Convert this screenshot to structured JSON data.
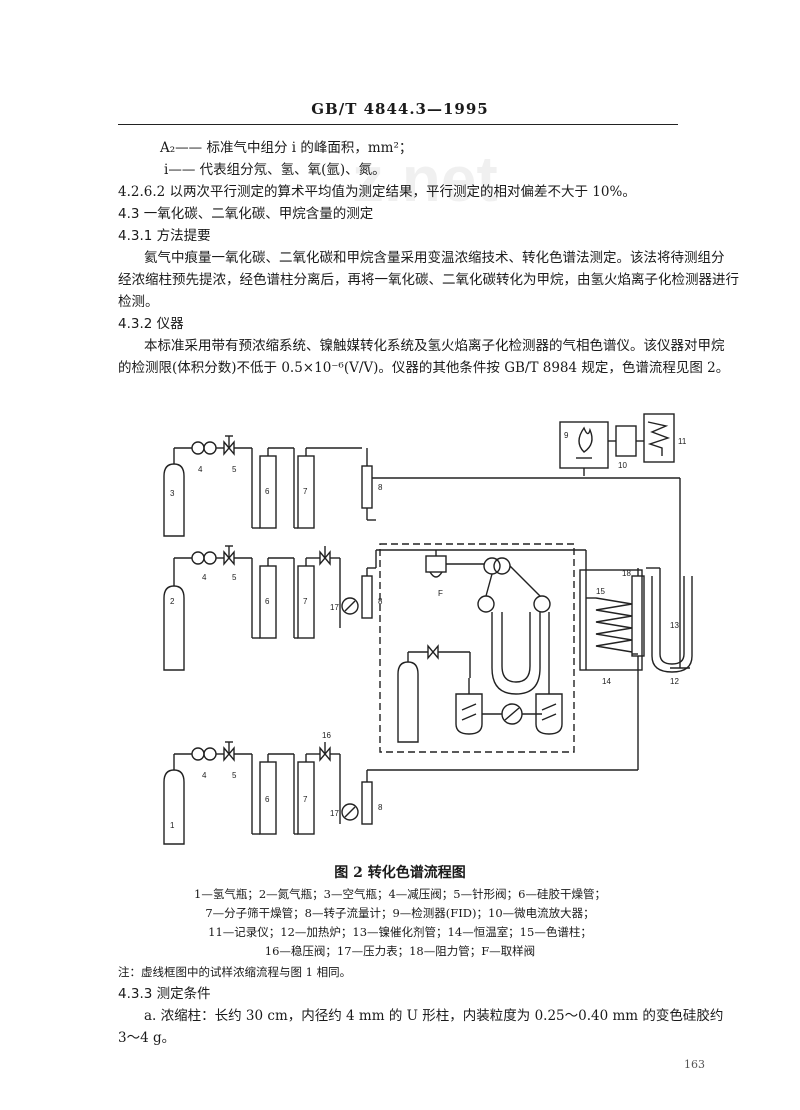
{
  "header": "GB/T 4844.3—1995",
  "watermark": "z.net",
  "defs": [
    "A₂—— 标准气中组分 i 的峰面积，mm²；",
    "i—— 代表组分氖、氢、氧(氩)、氮。"
  ],
  "paras": {
    "p4262": "4.2.6.2  以两次平行测定的算术平均值为测定结果，平行测定的相对偏差不大于 10%。",
    "p43": "4.3  一氧化碳、二氧化碳、甲烷含量的测定",
    "p431": "4.3.1  方法提要",
    "p431_t1": "氦气中痕量一氧化碳、二氧化碳和甲烷含量采用变温浓缩技术、转化色谱法测定。该法将待测组分",
    "p431_t2": "经浓缩柱预先提浓，经色谱柱分离后，再将一氧化碳、二氧化碳转化为甲烷，由氢火焰离子化检测器进行",
    "p431_t3": "检测。",
    "p432": "4.3.2  仪器",
    "p432_t1": "本标准采用带有预浓缩系统、镍触媒转化系统及氢火焰离子化检测器的气相色谱仪。该仪器对甲烷",
    "p432_t2": "的检测限(体积分数)不低于 0.5×10⁻⁶(V/V)。仪器的其他条件按 GB/T 8984 规定，色谱流程见图 2。"
  },
  "figure": {
    "caption": "图 2   转化色谱流程图",
    "labels": [
      "1",
      "2",
      "3",
      "4",
      "5",
      "6",
      "7",
      "8",
      "9",
      "10",
      "11",
      "12",
      "13",
      "14",
      "15",
      "16",
      "17",
      "18",
      "F"
    ],
    "legend": [
      "1—氢气瓶；2—氮气瓶；3—空气瓶；4—减压阀；5—针形阀；6—硅胶干燥管；",
      "7—分子筛干燥管；8—转子流量计；9—检测器(FID)；10—微电流放大器；",
      "11—记录仪；12—加热炉；13—镍催化剂管；14—恒温室；15—色谱柱；",
      "16—稳压阀；17—压力表；18—阻力管；F—取样阀"
    ],
    "note": "注：虚线框图中的试样浓缩流程与图 1 相同。"
  },
  "p433": "4.3.3  测定条件",
  "item_a1": "a.  浓缩柱：长约 30 cm，内径约 4 mm 的 U 形柱，内装粒度为 0.25～0.40 mm 的变色硅胶约",
  "item_a2": "3～4 g。",
  "page_number": "163"
}
